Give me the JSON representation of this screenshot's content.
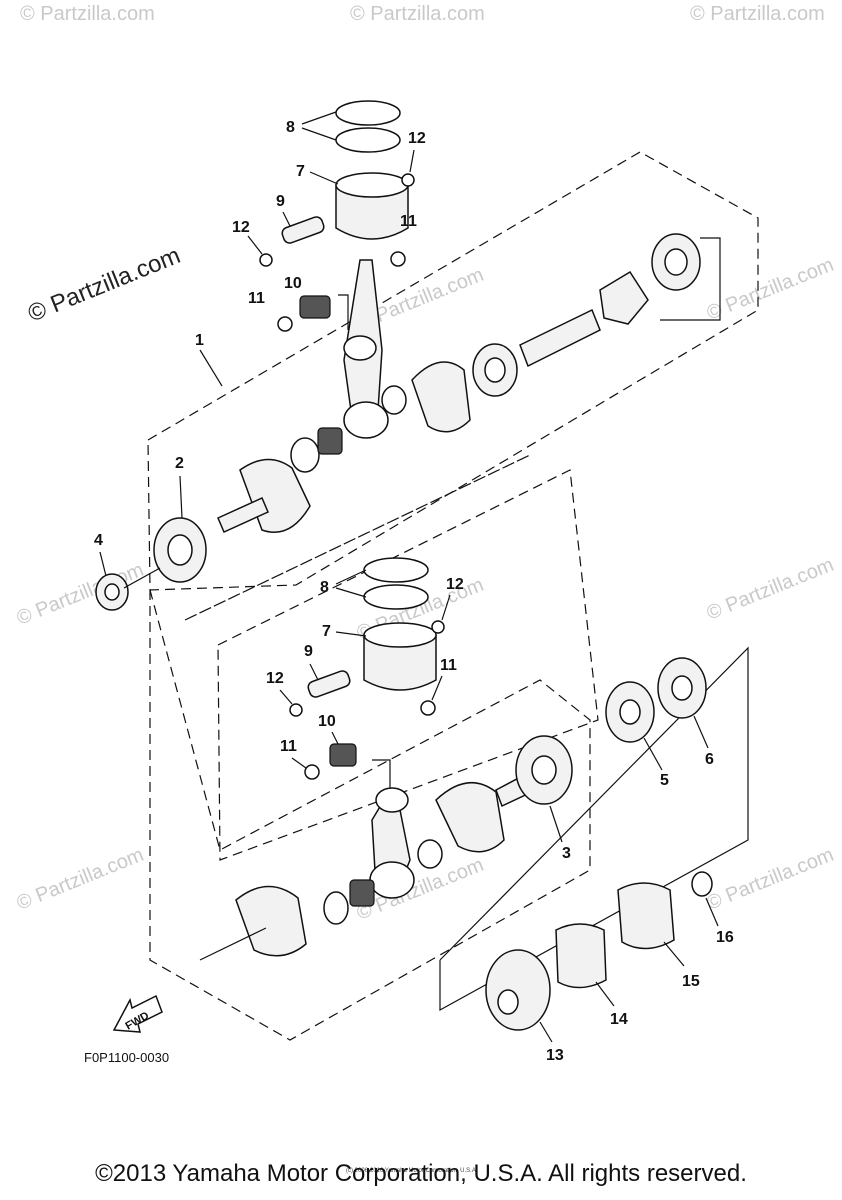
{
  "watermarks": {
    "partzilla_main": "© Partzilla.com",
    "partzilla_faint": "© Partzilla.com",
    "small_copyright": "(c) 2006-2016 Yamaha Motor Corporation, U.S.A."
  },
  "diagram": {
    "part_code": "F0P1100-0030",
    "fwd_label": "FWD",
    "callouts": {
      "c1": "1",
      "c2": "2",
      "c3": "3",
      "c4": "4",
      "c5": "5",
      "c6": "6",
      "c7a": "7",
      "c7b": "7",
      "c8a": "8",
      "c8b": "8",
      "c9a": "9",
      "c9b": "9",
      "c10a": "10",
      "c10b": "10",
      "c11a": "11",
      "c11b": "11",
      "c11c": "11",
      "c11d": "11",
      "c12a": "12",
      "c12b": "12",
      "c12c": "12",
      "c12d": "12",
      "c13": "13",
      "c14": "14",
      "c15": "15",
      "c16": "16"
    }
  },
  "footer": {
    "copyright": "©2013 Yamaha Motor Corporation, U.S.A. All rights reserved."
  }
}
